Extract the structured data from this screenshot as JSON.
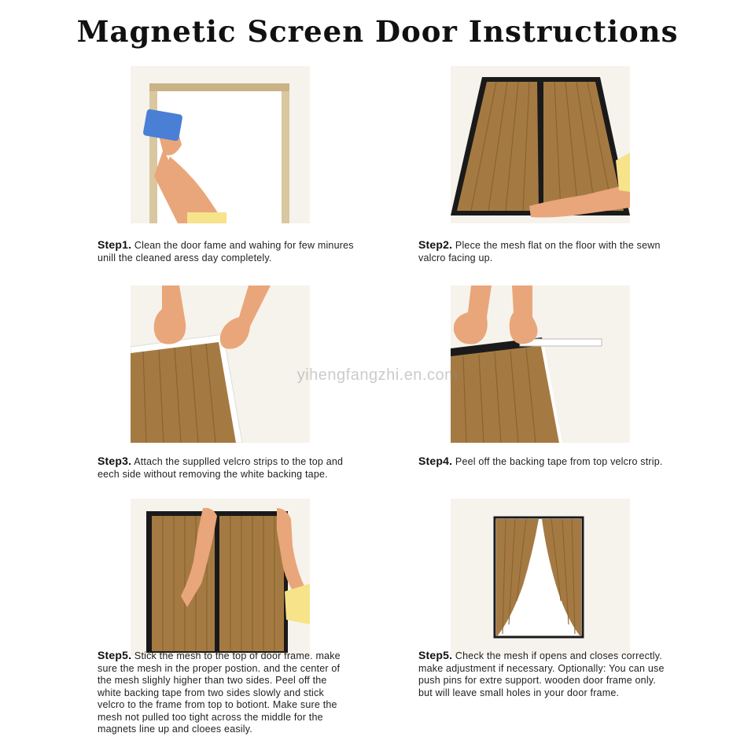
{
  "title": "Magnetic Screen Door Instructions",
  "watermark": "yihengfangzhi.en.com",
  "colors": {
    "mesh": "#a57a42",
    "mesh_line": "#8a6332",
    "frame": "#d9c7a0",
    "tape": "#1a1a1a",
    "skin": "#e9a67a",
    "sleeve": "#f6e38a"
  },
  "steps": [
    {
      "label": "Step1.",
      "text": "Clean the door fame and wahing for few minures unill the cleaned aress day completely."
    },
    {
      "label": "Step2.",
      "text": "Plece the mesh flat on the floor with the sewn valcro facing up."
    },
    {
      "label": "Step3.",
      "text": "Attach the supplled velcro strips to the top and eech side without removing the white backing tape."
    },
    {
      "label": "Step4.",
      "text": "Peel off the backing tape from top velcro strip."
    },
    {
      "label": "Step5.",
      "text": "Stick the mesh to the top of door frame. make sure the mesh in the proper postion. and the center of the mesh slighly higher than two sides. Peel off the white backing tape from two sides slowly and stick velcro to the frame from top to botiont. Make sure the mesh not pulled too tight across the middle for the magnets line up and cloees easily."
    },
    {
      "label": "Step5.",
      "text": "Check the mesh if opens and closes correctly. make adjustment if necessary. Optionally: You can use push pins for extre support. wooden door frame only. but will leave small holes in your door frame."
    }
  ]
}
